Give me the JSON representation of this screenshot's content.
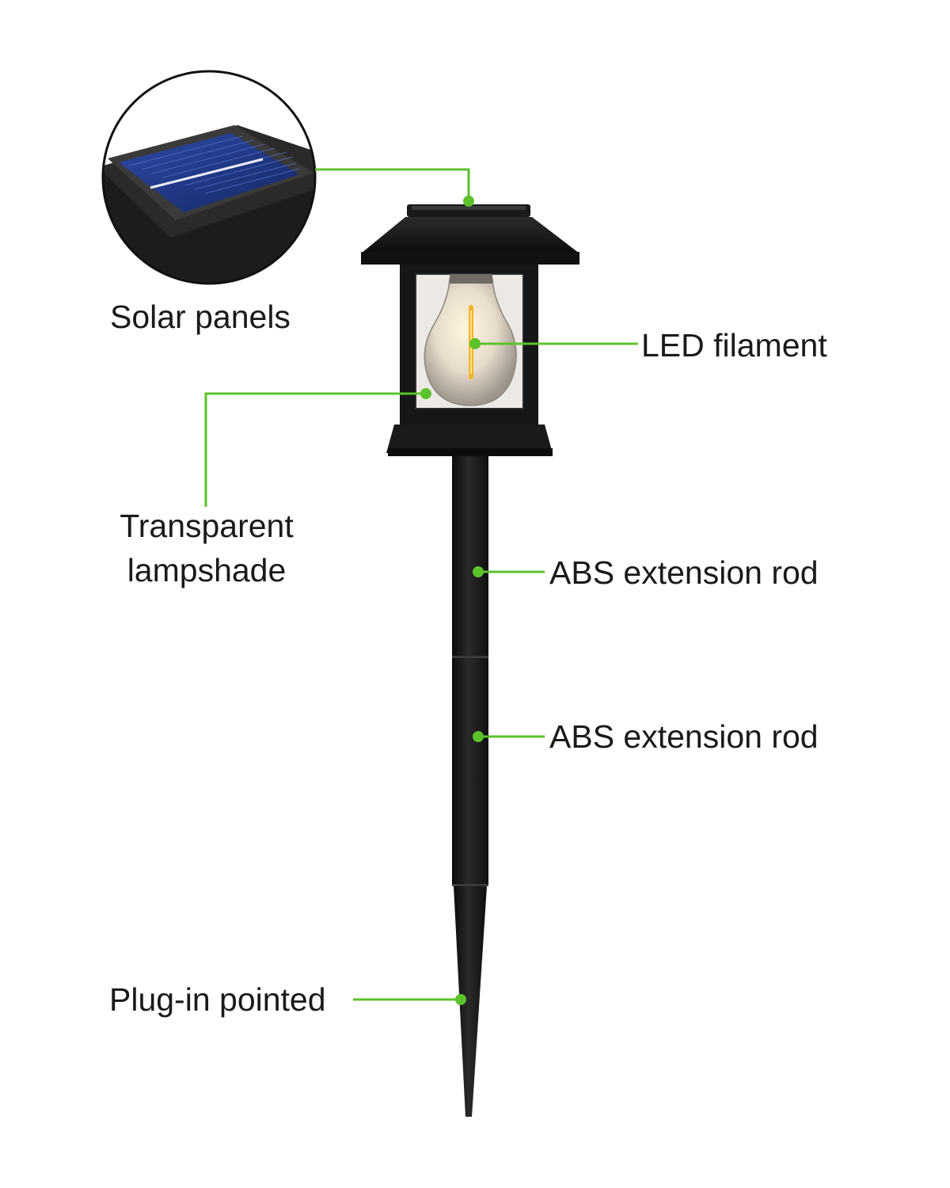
{
  "labels": {
    "solar_panels": "Solar panels",
    "led_filament": "LED filament",
    "transparent_lampshade_line1": "Transparent",
    "transparent_lampshade_line2": "lampshade",
    "abs_rod_upper": "ABS extension rod",
    "abs_rod_lower": "ABS extension rod",
    "plug_in_pointed": "Plug-in pointed"
  },
  "colors": {
    "callout_green": "#5cc22c",
    "product_black": "#151515",
    "solar_cell_blue": "#1f3a8a",
    "filament_amber": "#f2b428",
    "background": "#ffffff"
  },
  "icons": {
    "product": "solar-lantern-stake-light",
    "inset": "solar-panel-closeup"
  }
}
